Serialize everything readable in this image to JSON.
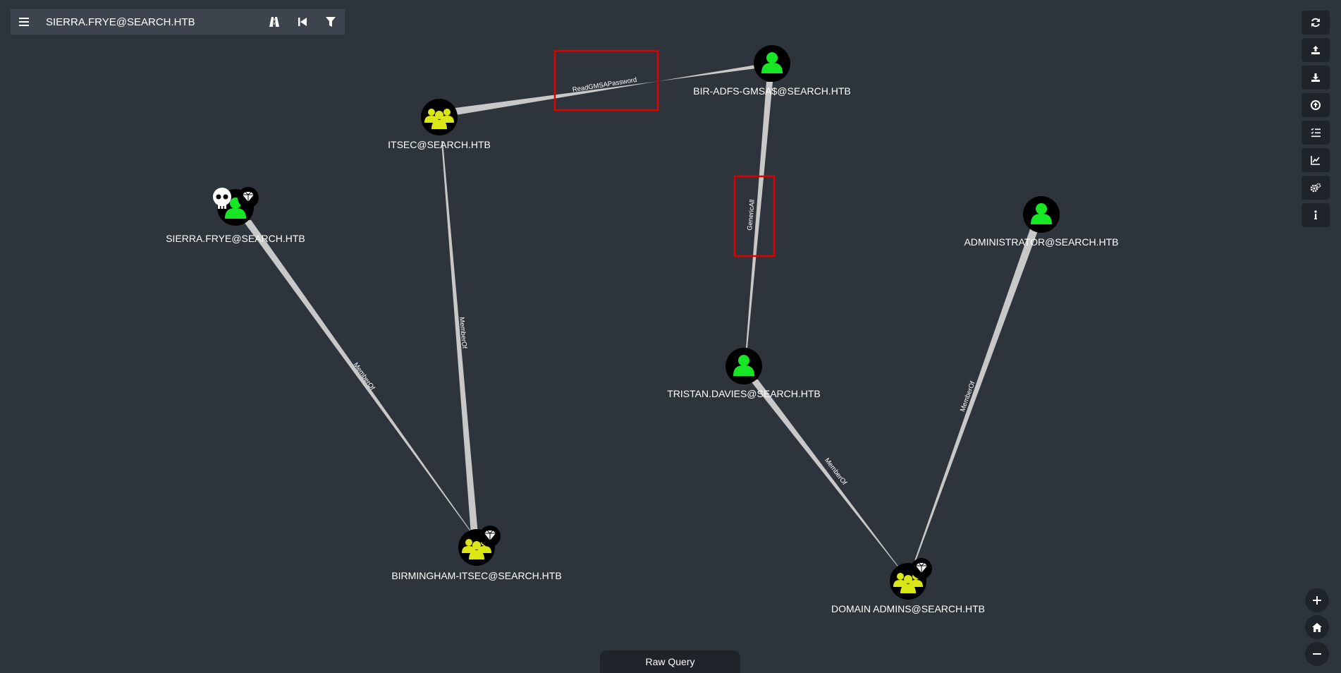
{
  "search": {
    "value": "SIERRA.FRYE@SEARCH.HTB"
  },
  "toolbar": {
    "menu_icon": "hamburger-icon",
    "pathfinding_icon": "road-icon",
    "back_icon": "step-backward-icon",
    "filter_icon": "filter-icon"
  },
  "right_toolbar": [
    {
      "icon": "refresh-icon"
    },
    {
      "icon": "export-icon"
    },
    {
      "icon": "import-icon"
    },
    {
      "icon": "upload-icon"
    },
    {
      "icon": "queries-icon"
    },
    {
      "icon": "chart-icon"
    },
    {
      "icon": "settings-icon"
    },
    {
      "icon": "info-icon"
    }
  ],
  "zoom": {
    "in_icon": "plus-icon",
    "home_icon": "home-icon",
    "out_icon": "minus-icon"
  },
  "raw_query": {
    "label": "Raw Query"
  },
  "graph": {
    "nodes": {
      "itsec": {
        "label": "ITSEC@SEARCH.HTB",
        "type": "group"
      },
      "gmsa": {
        "label": "BIR-ADFS-GMSA$@SEARCH.HTB",
        "type": "user"
      },
      "sierra": {
        "label": "SIERRA.FRYE@SEARCH.HTB",
        "type": "user",
        "owned": true,
        "high_value": true
      },
      "admin": {
        "label": "ADMINISTRATOR@SEARCH.HTB",
        "type": "user"
      },
      "tristan": {
        "label": "TRISTAN.DAVIES@SEARCH.HTB",
        "type": "user"
      },
      "birmingham": {
        "label": "BIRMINGHAM-ITSEC@SEARCH.HTB",
        "type": "group",
        "high_value": true
      },
      "domainadmins": {
        "label": "DOMAIN ADMINS@SEARCH.HTB",
        "type": "group",
        "high_value": true
      }
    },
    "edges": {
      "readgmsa": {
        "label": "ReadGMSAPassword",
        "from": "itsec",
        "to": "gmsa"
      },
      "genericall": {
        "label": "GenericAll",
        "from": "gmsa",
        "to": "tristan"
      },
      "sierra_member": {
        "label": "MemberOf",
        "from": "sierra",
        "to": "birmingham"
      },
      "birm_member": {
        "label": "MemberOf",
        "from": "birmingham",
        "to": "itsec"
      },
      "tristan_member": {
        "label": "MemberOf",
        "from": "tristan",
        "to": "domainadmins"
      },
      "admin_member": {
        "label": "MemberOf",
        "from": "admin",
        "to": "domainadmins"
      }
    }
  },
  "colors": {
    "background": "#2e343b",
    "user_icon": "#17e625",
    "group_icon": "#dbe617",
    "edge": "#c8c8c8",
    "highlight_box": "#e00000"
  }
}
